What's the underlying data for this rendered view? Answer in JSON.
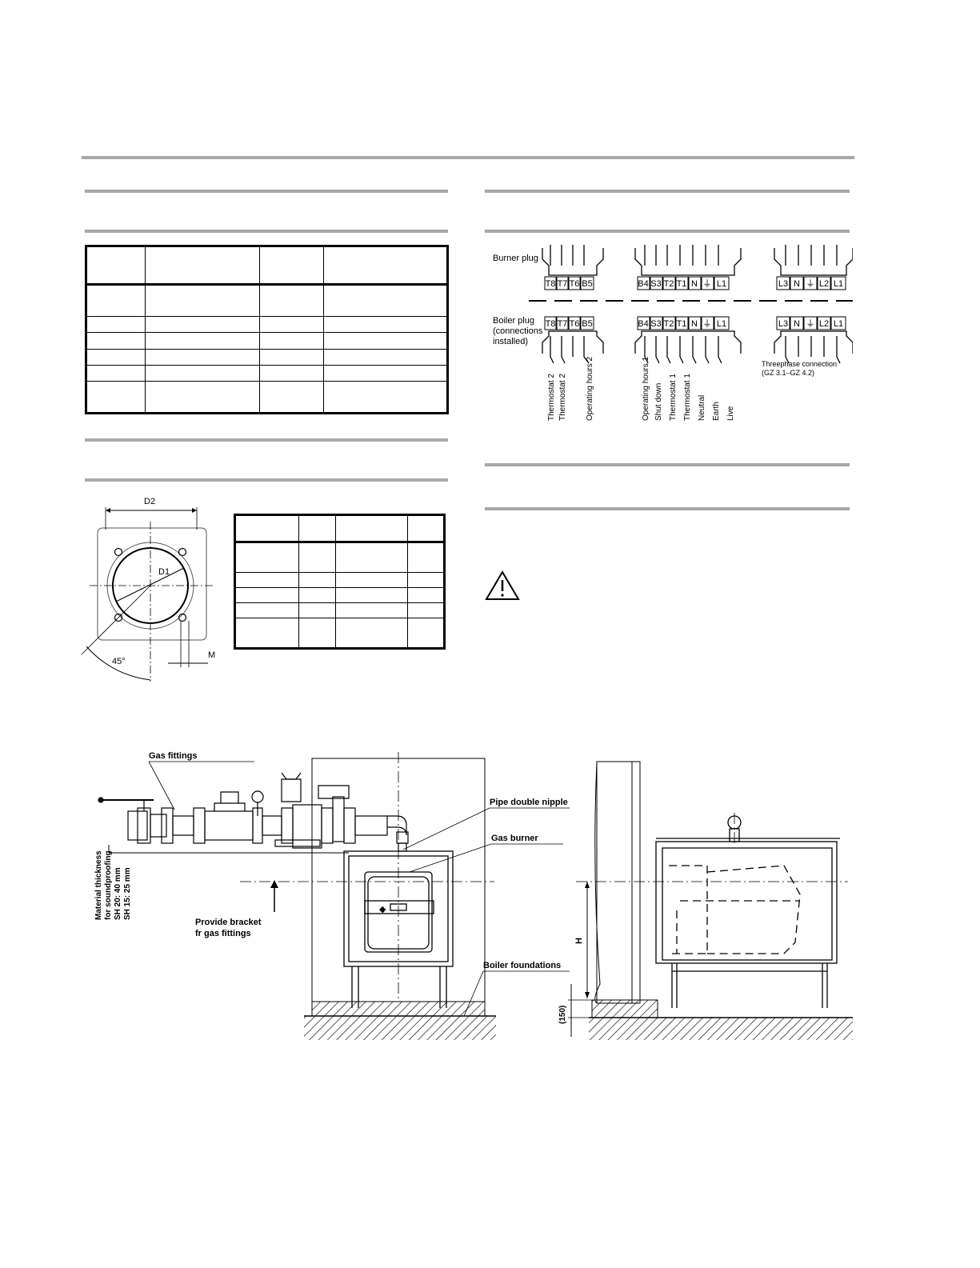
{
  "plugs": {
    "burner_label": "Burner plug",
    "boiler_label": "Boiler plug",
    "boiler_sub1": "(connections",
    "boiler_sub2": "installed)",
    "threephase_label": "Threephase connection",
    "threephase_sub": "(GZ 3.1–GZ 4.2)",
    "group1": [
      "T8",
      "T7",
      "T6",
      "B5"
    ],
    "group2": [
      "B4",
      "S3",
      "T2",
      "T1",
      "N",
      "⏚",
      "L1"
    ],
    "group3": [
      "L3",
      "N",
      "⏚",
      "L2",
      "L1"
    ],
    "wires1": [
      "Thermostat 2",
      "Thermostat 2",
      "Operating hours 2"
    ],
    "wires2": [
      "Operating hours 1",
      "Shut down",
      "Thermostat 1",
      "Thermostat 1",
      "Neutral",
      "Earth",
      "Live"
    ]
  },
  "flange": {
    "d2": "D2",
    "d1": "D1",
    "m": "M",
    "angle": "45°"
  },
  "installation": {
    "gas_fittings": "Gas fittings",
    "pipe_nipple": "Pipe double nipple",
    "gas_burner": "Gas burner",
    "boiler_foundations": "Boiler foundations",
    "bracket_line1": "Provide bracket",
    "bracket_line2": "fr gas fittings",
    "material_line1": "Material thickness",
    "material_line2": "for soundproofing",
    "material_line3": "SH 20: 40 mm",
    "material_line4": "SH 15: 25 mm",
    "h_label": "H",
    "h150_label": "(150)"
  },
  "colors": {
    "rule": "#a8a8a8",
    "line": "#000000"
  }
}
